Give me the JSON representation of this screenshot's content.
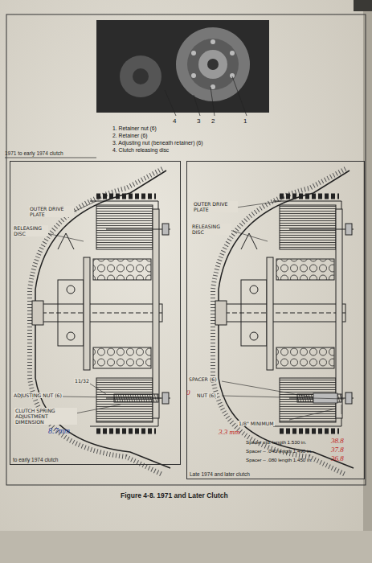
{
  "diagram": {
    "caption": "Figure 4-8. 1971 and Later Clutch",
    "nodes": [
      {
        "text": [
          "to early 1974 clutch"
        ]
      },
      {
        "text": [
          "Late 1974 and later clutch"
        ]
      }
    ],
    "labels": [
      "4",
      "3",
      "2",
      "1",
      "1. Retainer nut (6)",
      "2. Retainer (6)",
      "3. Adjusting nut (beneath retainer) (6)",
      "4. Clutch releasing disc",
      "1971 to early 1974 clutch",
      "OUTER DRIVE PLATE",
      "RELEASING DISC",
      "11/32",
      "ADJUSTING NUT (6)",
      "CLUTCH SPRING ADJUSTMENT DIMENSION",
      "8.7mm",
      "OUTER DRIVE PLATE",
      "RELEASING DISC",
      "SPACER (6)",
      "0",
      "NUT (6)",
      "1/8\" MINIMUM",
      "3.3 mm",
      "Spacer std. length 1.530 in.",
      "38.8",
      "Spacer – .040 length 1.490 in.",
      "37.8",
      "Spacer – .080 length 1.450 in.",
      "36.8"
    ]
  }
}
